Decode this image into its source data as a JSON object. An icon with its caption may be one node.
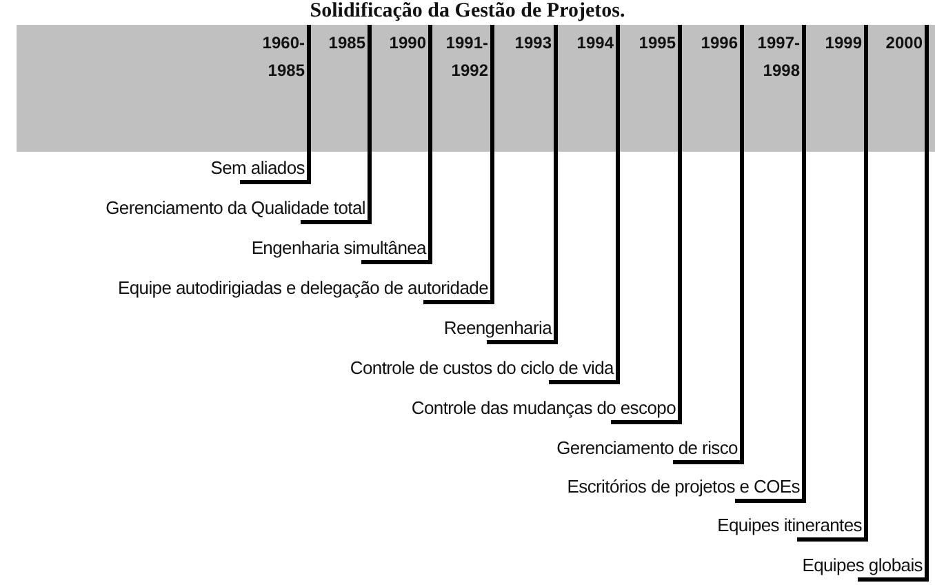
{
  "diagram": {
    "title": "Solidificação da Gestão de Projetos.",
    "nodes": [
      {
        "text": [
          "1960- 1985"
        ]
      },
      {
        "text": [
          "1985"
        ]
      },
      {
        "text": [
          "1990"
        ]
      },
      {
        "text": [
          "1991- 1992"
        ]
      },
      {
        "text": [
          "1993"
        ]
      },
      {
        "text": [
          "1994"
        ]
      },
      {
        "text": [
          "1995"
        ]
      },
      {
        "text": [
          "1996"
        ]
      },
      {
        "text": [
          "1997- 1998"
        ]
      },
      {
        "text": [
          "1999"
        ]
      },
      {
        "text": [
          "2000"
        ]
      },
      {
        "text": [
          "Sem aliados"
        ]
      },
      {
        "text": [
          "Gerenciamento da Qualidade total"
        ]
      },
      {
        "text": [
          "Engenharia simultânea"
        ]
      },
      {
        "text": [
          "Equipe autodirigiadas e delegação de autoridade"
        ]
      },
      {
        "text": [
          "Reengenharia"
        ]
      },
      {
        "text": [
          "Controle de custos do ciclo de vida"
        ]
      },
      {
        "text": [
          "Controle das mudanças do escopo"
        ]
      },
      {
        "text": [
          "Gerenciamento de risco"
        ]
      },
      {
        "text": [
          "Escritórios de projetos e COEs"
        ]
      },
      {
        "text": [
          "Equipes itinerantes"
        ]
      },
      {
        "text": [
          "Equipes globais"
        ]
      }
    ],
    "edges": [
      {
        "from": 0,
        "to": 11,
        "arrow": "none"
      },
      {
        "from": 1,
        "to": 12,
        "arrow": "none"
      },
      {
        "from": 2,
        "to": 13,
        "arrow": "none"
      },
      {
        "from": 3,
        "to": 14,
        "arrow": "none"
      },
      {
        "from": 4,
        "to": 15,
        "arrow": "none"
      },
      {
        "from": 5,
        "to": 16,
        "arrow": "none"
      },
      {
        "from": 6,
        "to": 17,
        "arrow": "none"
      },
      {
        "from": 7,
        "to": 18,
        "arrow": "none"
      },
      {
        "from": 8,
        "to": 19,
        "arrow": "none"
      },
      {
        "from": 9,
        "to": 20,
        "arrow": "none"
      },
      {
        "from": 10,
        "to": 21,
        "arrow": "none"
      }
    ]
  }
}
